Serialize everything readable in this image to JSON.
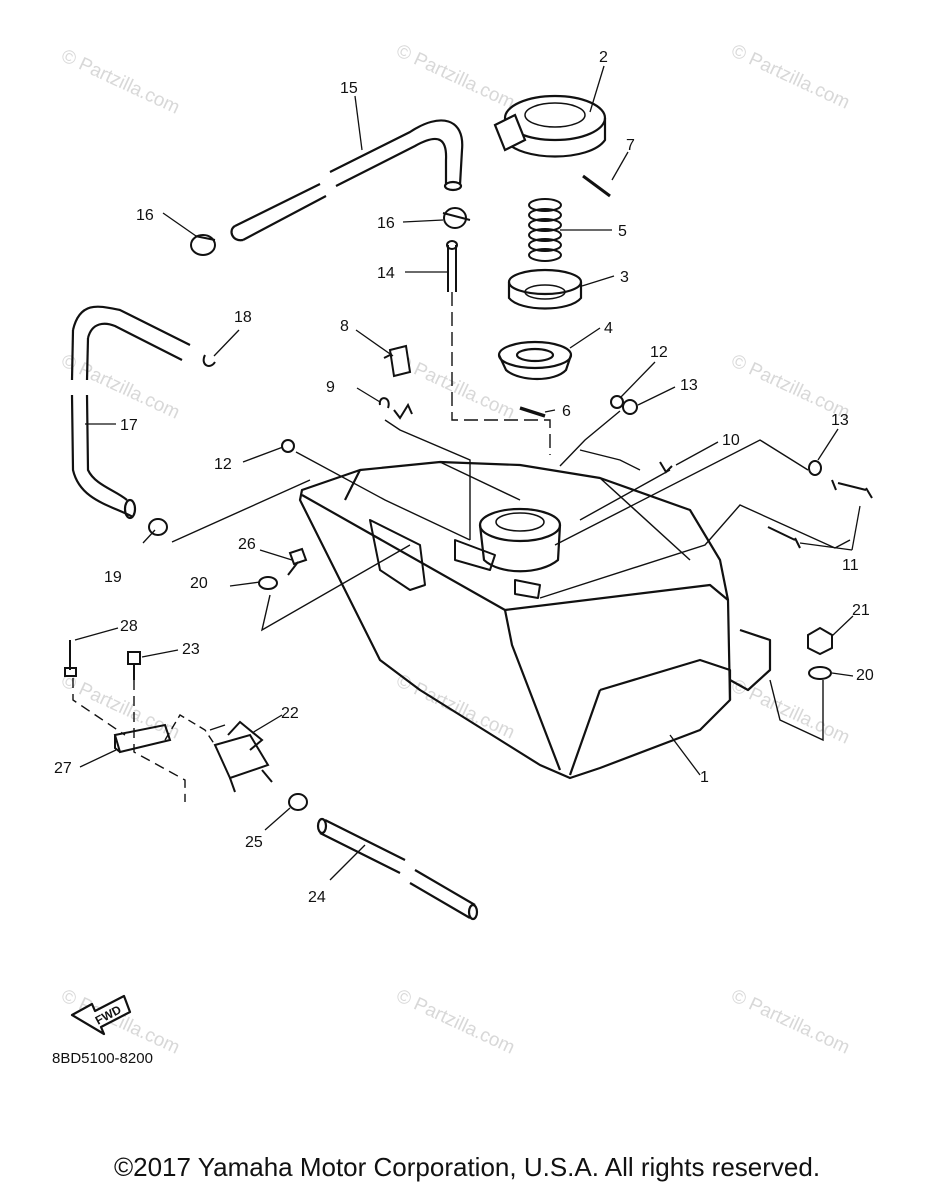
{
  "callouts": {
    "c1": "1",
    "c2": "2",
    "c3": "3",
    "c4": "4",
    "c5": "5",
    "c6": "6",
    "c7": "7",
    "c8": "8",
    "c9": "9",
    "c10": "10",
    "c11": "11",
    "c12a": "12",
    "c12b": "12",
    "c13a": "13",
    "c13b": "13",
    "c14": "14",
    "c15": "15",
    "c16a": "16",
    "c16b": "16",
    "c17": "17",
    "c18": "18",
    "c19": "19",
    "c20a": "20",
    "c20b": "20",
    "c21": "21",
    "c22": "22",
    "c23": "23",
    "c24": "24",
    "c25": "25",
    "c26": "26",
    "c27": "27",
    "c28": "28"
  },
  "fwd_label": "FWD",
  "diagram_code": "8BD5100-8200",
  "watermark": "© Partzilla.com",
  "copyright": "©2017  Yamaha Motor Corporation, U.S.A. All rights reserved."
}
